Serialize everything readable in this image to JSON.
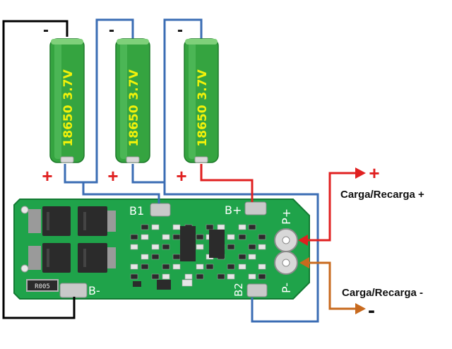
{
  "colors": {
    "wire_black": "#000000",
    "wire_blue": "#3b6db4",
    "wire_red": "#e02020",
    "wire_brown": "#c86a1e",
    "cell_green": "#35a440",
    "cell_text": "#f2f20a",
    "pcb_green": "#1fa34a",
    "pad_silver": "#c9c9c9"
  },
  "cells": [
    {
      "voltage": "3.7V",
      "model": "18650",
      "neg": "-",
      "pos": "+"
    },
    {
      "voltage": "3.7V",
      "model": "18650",
      "neg": "-",
      "pos": "+"
    },
    {
      "voltage": "3.7V",
      "model": "18650",
      "neg": "-",
      "pos": "+"
    }
  ],
  "board": {
    "pad_b1": "B1",
    "pad_bplus": "B+",
    "pad_bminus": "B-",
    "pad_b2": "B2",
    "pad_pplus": "P+",
    "pad_pminus": "P-",
    "resistor_code": "R005"
  },
  "terminals": {
    "charge_plus_label": "Carga/Recarga +",
    "charge_plus_sign": "+",
    "charge_minus_label": "Carga/Recarga -",
    "charge_minus_sign": "-"
  }
}
